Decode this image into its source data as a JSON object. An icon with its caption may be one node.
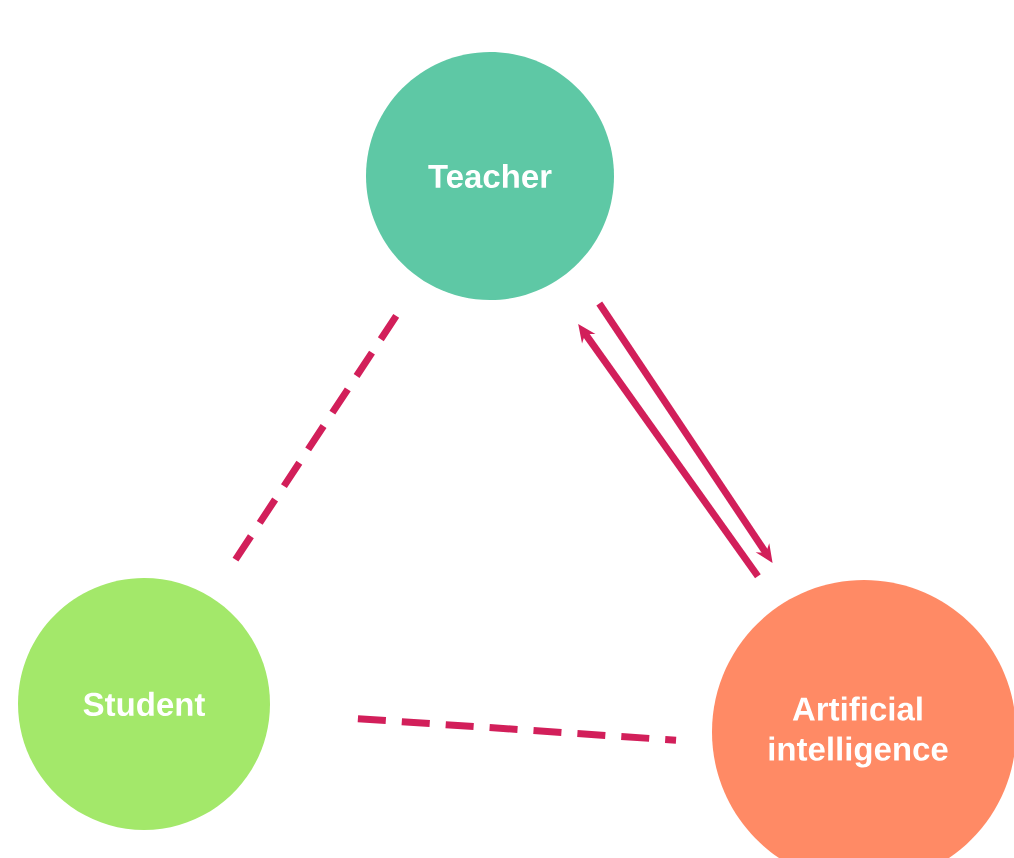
{
  "diagram": {
    "nodes": [
      {
        "text": [
          "Teacher"
        ]
      },
      {
        "text": [
          "Student"
        ]
      },
      {
        "text": [
          "Artificial intelligence"
        ]
      }
    ],
    "edges": [
      {
        "from": 0,
        "to": 1,
        "arrow": "none",
        "style": "dashed"
      },
      {
        "from": 1,
        "to": 2,
        "arrow": "none",
        "style": "dashed"
      },
      {
        "from": 0,
        "to": 2,
        "arrow": "to"
      },
      {
        "from": 2,
        "to": 0,
        "arrow": "to"
      }
    ]
  }
}
